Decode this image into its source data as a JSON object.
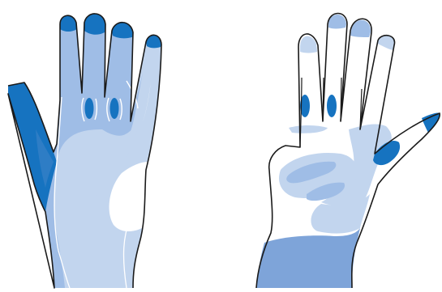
{
  "colors": {
    "background": "#ffffff",
    "outline": "#1a1a1a",
    "highlight": "#ffffff",
    "light_zone": "#c2d5ee",
    "medium_zone": "#9fbde6",
    "dark_zone": "#7ea4d9",
    "fingertip": "#1673c0",
    "pad": "#0f6fb9"
  },
  "hands": [
    {
      "name": "back-of-hand",
      "view": "dorsal"
    },
    {
      "name": "palm-of-hand",
      "view": "palmar"
    }
  ]
}
